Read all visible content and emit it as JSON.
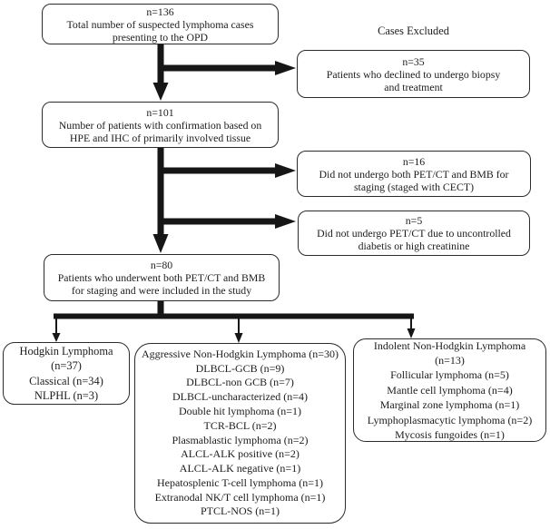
{
  "diagram": {
    "excluded_label": "Cases Excluded",
    "main_flow": [
      {
        "count": "n=136",
        "lines": [
          "Total number of suspected lymphoma cases",
          "presenting to the OPD"
        ]
      },
      {
        "count": "n=101",
        "lines": [
          "Number of patients with confirmation based on",
          "HPE and IHC of primarily involved tissue"
        ]
      },
      {
        "count": "n=80",
        "lines": [
          "Patients who underwent both PET/CT and BMB",
          "for staging and were included in the study"
        ]
      }
    ],
    "excluded": [
      {
        "count": "n=35",
        "lines": [
          "Patients who declined to undergo biopsy",
          "and treatment"
        ]
      },
      {
        "count": "n=16",
        "lines": [
          "Did not undergo both PET/CT and BMB for",
          "staging (staged with CECT)"
        ]
      },
      {
        "count": "n=5",
        "lines": [
          "Did not undergo PET/CT due to uncontrolled",
          "diabetis or high creatinine"
        ]
      }
    ],
    "outcomes": {
      "hodgkin": {
        "lines": [
          "Hodgkin Lymphoma",
          "(n=37)",
          "Classical (n=34)",
          "NLPHL (n=3)"
        ]
      },
      "aggressive_nhl": {
        "lines": [
          "Aggressive Non-Hodgkin Lymphoma (n=30)",
          "DLBCL-GCB (n=9)",
          "DLBCL-non GCB (n=7)",
          "DLBCL-uncharacterized (n=4)",
          "Double hit lymphoma (n=1)",
          "TCR-BCL (n=2)",
          "Plasmablastic lymphoma (n=2)",
          "ALCL-ALK positive (n=2)",
          "ALCL-ALK negative (n=1)",
          "Hepatosplenic T-cell lymphoma (n=1)",
          "Extranodal NK/T cell lymphoma (n=1)",
          "PTCL-NOS (n=1)"
        ]
      },
      "indolent_nhl": {
        "lines": [
          "Indolent Non-Hodgkin Lymphoma (n=13)",
          "Follicular lymphoma (n=5)",
          "Mantle cell lymphoma (n=4)",
          "Marginal zone lymphoma (n=1)",
          "Lymphoplasmacytic lymphoma (n=2)",
          "Mycosis fungoides (n=1)"
        ]
      }
    },
    "colors": {
      "arrow": "#161616",
      "border": "#2b2b2b",
      "text": "#1c1c1c",
      "background": "#ffffff"
    }
  }
}
